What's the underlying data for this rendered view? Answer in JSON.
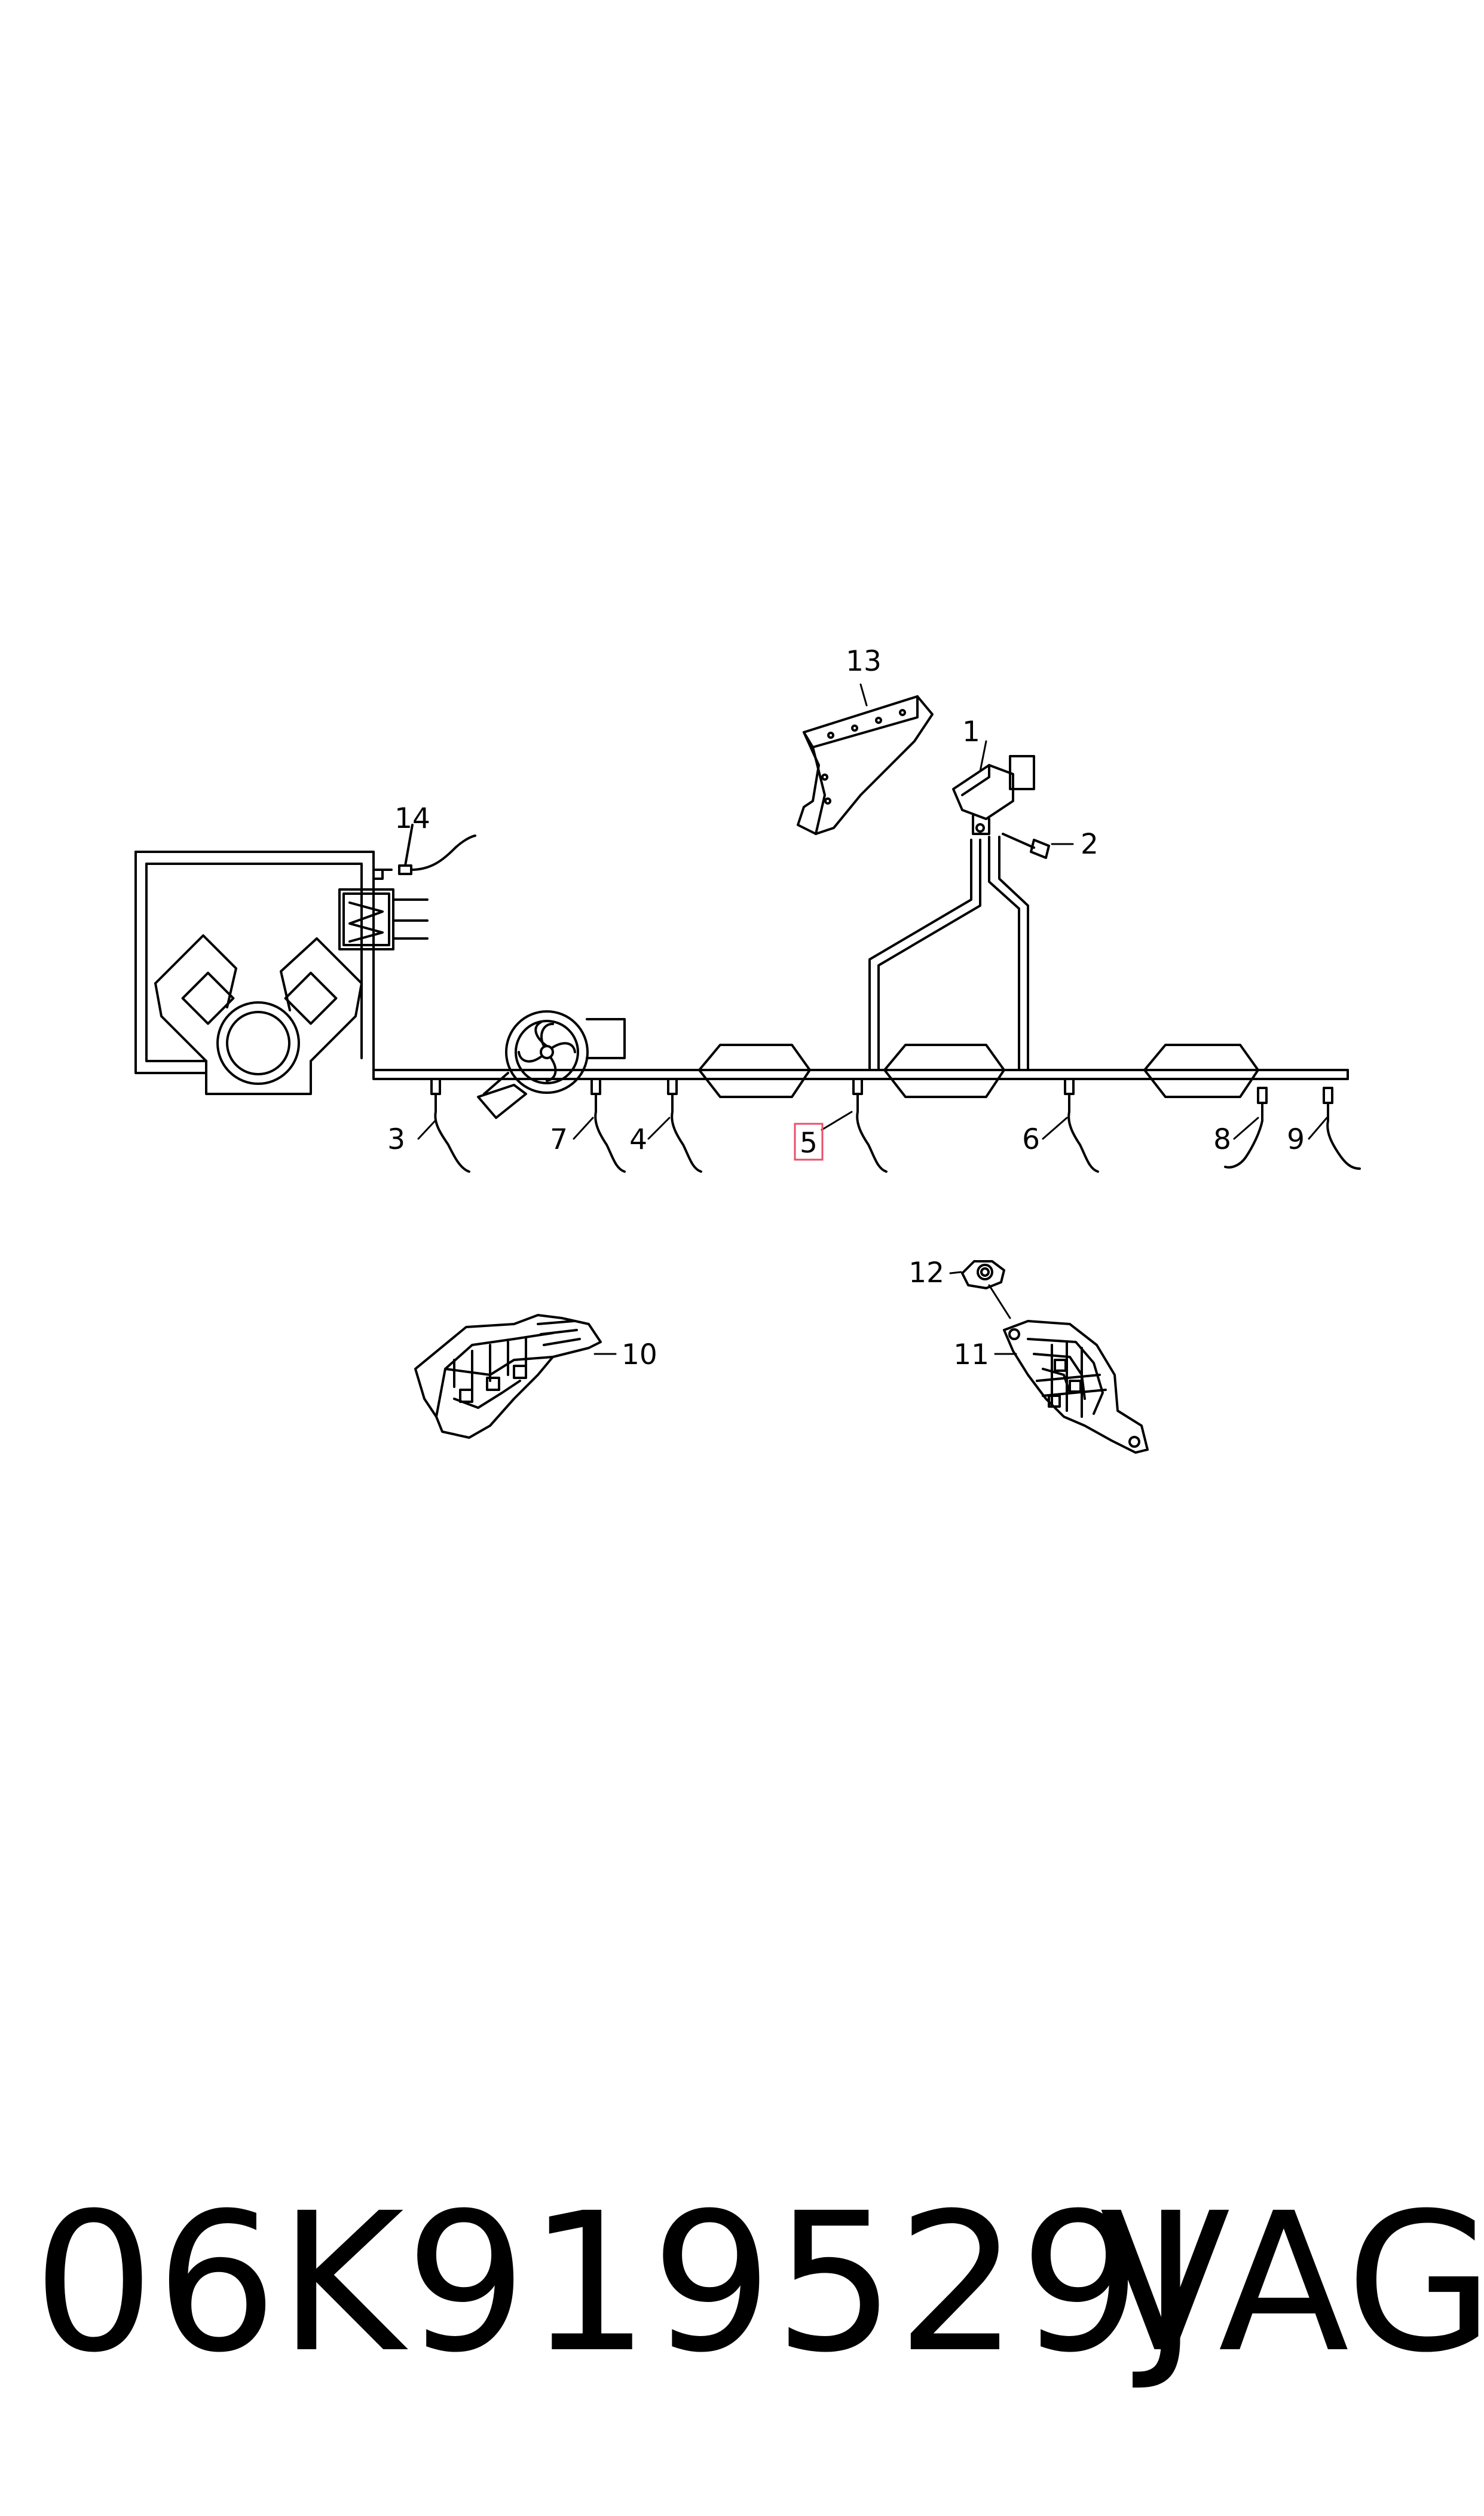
{
  "diagram": {
    "callouts": [
      "1",
      "2",
      "3",
      "4",
      "5",
      "6",
      "7",
      "8",
      "9",
      "10",
      "11",
      "12",
      "13",
      "14"
    ],
    "highlighted_callout": "5",
    "highlight_color": "#e8506a"
  },
  "footer": {
    "part_number": "06K919529J",
    "brand": "VAG"
  }
}
